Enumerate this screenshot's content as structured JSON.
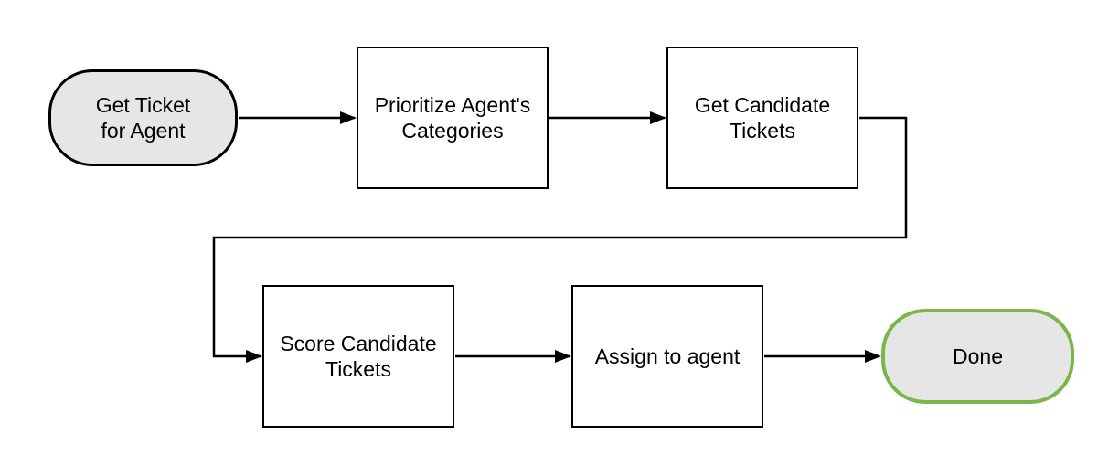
{
  "diagram": {
    "type": "flowchart",
    "nodes": [
      {
        "id": "start",
        "shape": "terminator",
        "label": "Get Ticket\nfor Agent"
      },
      {
        "id": "prioritize",
        "shape": "process",
        "label": "Prioritize Agent's\nCategories"
      },
      {
        "id": "get-candidates",
        "shape": "process",
        "label": "Get Candidate\nTickets"
      },
      {
        "id": "score",
        "shape": "process",
        "label": "Score Candidate\nTickets"
      },
      {
        "id": "assign",
        "shape": "process",
        "label": "Assign to agent"
      },
      {
        "id": "done",
        "shape": "terminator",
        "label": "Done"
      }
    ],
    "edges": [
      {
        "from": "start",
        "to": "prioritize"
      },
      {
        "from": "prioritize",
        "to": "get-candidates"
      },
      {
        "from": "get-candidates",
        "to": "score"
      },
      {
        "from": "score",
        "to": "assign"
      },
      {
        "from": "assign",
        "to": "done"
      }
    ],
    "colors": {
      "background": "#ffffff",
      "terminator_fill": "#e6e6e6",
      "process_fill": "#ffffff",
      "process_stroke": "#000000",
      "start_stroke": "#000000",
      "done_stroke": "#7ab648",
      "connector": "#000000",
      "text": "#000000"
    }
  }
}
